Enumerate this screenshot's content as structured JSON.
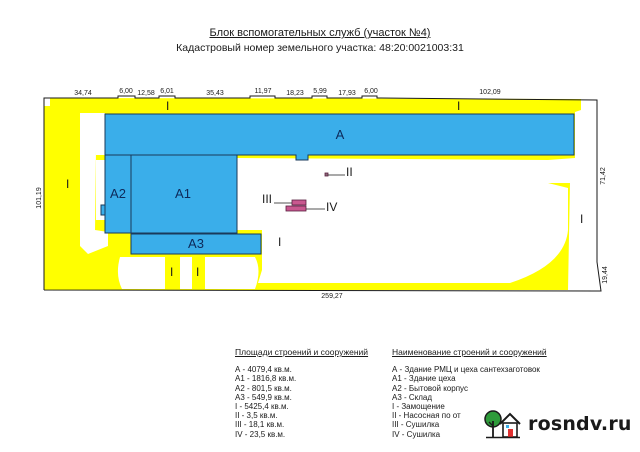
{
  "header": {
    "title": "Блок вспомогательных служб (участок №4)",
    "subtitle": "Кадастровый номер земельного участка: 48:20:0021003:31"
  },
  "plan": {
    "colors": {
      "building": "#3aaeea",
      "paving": "#ffff00",
      "small_structure": "#c9588f",
      "outline": "#1a1a1a",
      "label": "#0d2a5a"
    },
    "top_dimensions": [
      "34,74",
      "6,00",
      "12,58",
      "6,01",
      "35,43",
      "11,97",
      "18,23",
      "5,99",
      "17,93",
      "6,00",
      "102,09"
    ],
    "left_dimension": "101,19",
    "right_dimension_upper": "71,42",
    "right_dimension_lower": "19,44",
    "bottom_dimension": "259,27",
    "buildings": {
      "A": "А",
      "A1": "А1",
      "A2": "А2",
      "A3": "А3"
    },
    "markers": {
      "I": "I",
      "II": "II",
      "III": "III",
      "IV": "IV"
    }
  },
  "legend_areas": {
    "heading": "Площади строений и сооружений",
    "rows": [
      "А   - 4079,4 кв.м.",
      "А1 - 1816,8 кв.м.",
      "А2 - 801,5 кв.м.",
      "А3 - 549,9 кв.м.",
      "I     - 5425,4 кв.м.",
      "II    - 3,5 кв.м.",
      "III   - 18,1 кв.м.",
      "IV  - 23,5 кв.м."
    ]
  },
  "legend_names": {
    "heading": "Наименование строений и сооружений",
    "rows": [
      "А   - Здание РМЦ и цеха сантехзаготовок",
      "А1 - Здание цеха",
      "А2 - Бытовой корпус",
      "А3 - Склад",
      "I    - Замощение",
      "II   - Насосная по от",
      "III  - Сушилка",
      "IV  - Сушилка"
    ]
  },
  "watermark": {
    "text": "rosndv.ru",
    "icon": "house-tree-icon"
  }
}
